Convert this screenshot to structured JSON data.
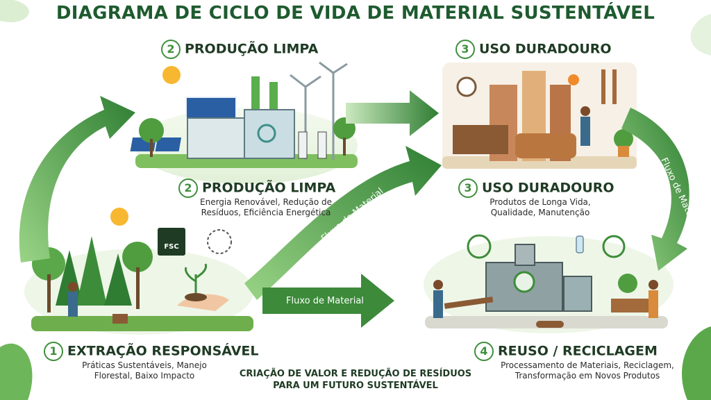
{
  "title": "DIAGRAMA DE CICLO DE VIDA DE MATERIAL SUSTENTÁVEL",
  "stages": {
    "production_top": {
      "number": "2",
      "label": "PRODUÇÃO LIMPA"
    },
    "use_top": {
      "number": "3",
      "label": "USO DURADOURO"
    },
    "production": {
      "number": "2",
      "label": "PRODUÇÃO LIMPA",
      "desc_line1": "Energia Renovável, Redução de",
      "desc_line2": "Resíduos, Eficiência Energética"
    },
    "use": {
      "number": "3",
      "label": "USO DURADOURO",
      "desc_line1": "Produtos de Longa Vida,",
      "desc_line2": "Qualidade, Manutenção"
    },
    "extraction": {
      "number": "1",
      "label": "EXTRAÇÃO RESPONSÁVEL",
      "desc_line1": "Práticas Sustentáveis, Manejo",
      "desc_line2": "Florestal, Baixo Impacto"
    },
    "recycling": {
      "number": "4",
      "label": "REUSO / RECICLAGEM",
      "desc_line1": "Processamento de Materiais, Reciclagem,",
      "desc_line2": "Transformação em Novos Produtos"
    }
  },
  "flow_label": "Fluxo de Material",
  "fsc_badge": "FSC",
  "footer": {
    "line1": "CRIAÇÃO DE VALOR E REDUÇÃO DE RESÍDUOS",
    "line2": "PARA UM FUTURO SUSTENTÁVEL"
  },
  "colors": {
    "arrow_dark": "#3c8a3a",
    "arrow_light": "#8cc97a",
    "title": "#1e5b2f"
  }
}
